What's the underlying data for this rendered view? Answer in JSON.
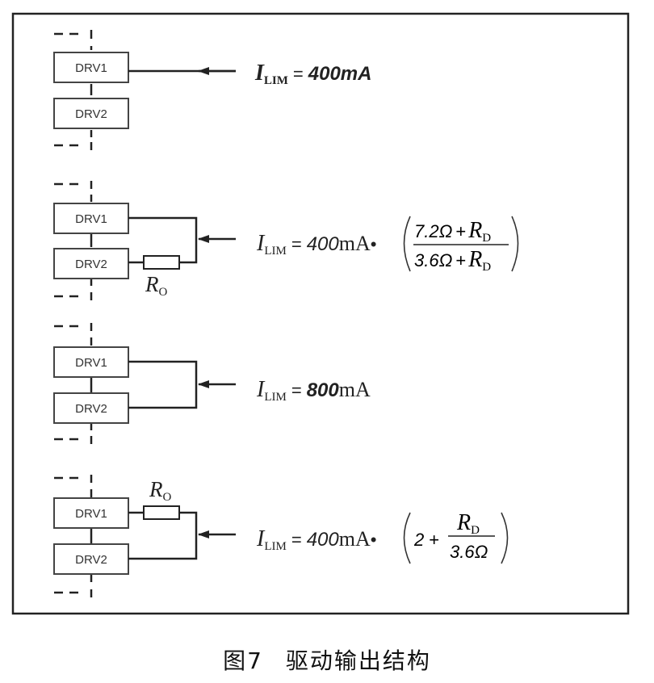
{
  "driver_labels": {
    "drv1": "DRV1",
    "drv2": "DRV2"
  },
  "resistor": {
    "main": "R",
    "sub": "O"
  },
  "equations": {
    "eq1": {
      "i": "I",
      "sub": "LIM",
      "eq": "=",
      "value": "400mA"
    },
    "eq2": {
      "i": "I",
      "sub": "LIM",
      "eq": "=",
      "value_num": "400",
      "value_unit": "mA",
      "dot": "•",
      "num_a": "7.2Ω",
      "num_op": "+",
      "num_r": "R",
      "num_rsub": "D",
      "den_a": "3.6Ω",
      "den_op": "+",
      "den_r": "R",
      "den_rsub": "D"
    },
    "eq3": {
      "i": "I",
      "sub": "LIM",
      "eq": "=",
      "value_num": "800",
      "value_unit": "mA"
    },
    "eq4": {
      "i": "I",
      "sub": "LIM",
      "eq": "=",
      "value_num": "400",
      "value_unit": "mA",
      "dot": "•",
      "two": "2",
      "plus": "+",
      "num_r": "R",
      "num_rsub": "D",
      "den": "3.6Ω"
    }
  },
  "caption": {
    "figure": "图7",
    "title": "驱动输出结构"
  }
}
